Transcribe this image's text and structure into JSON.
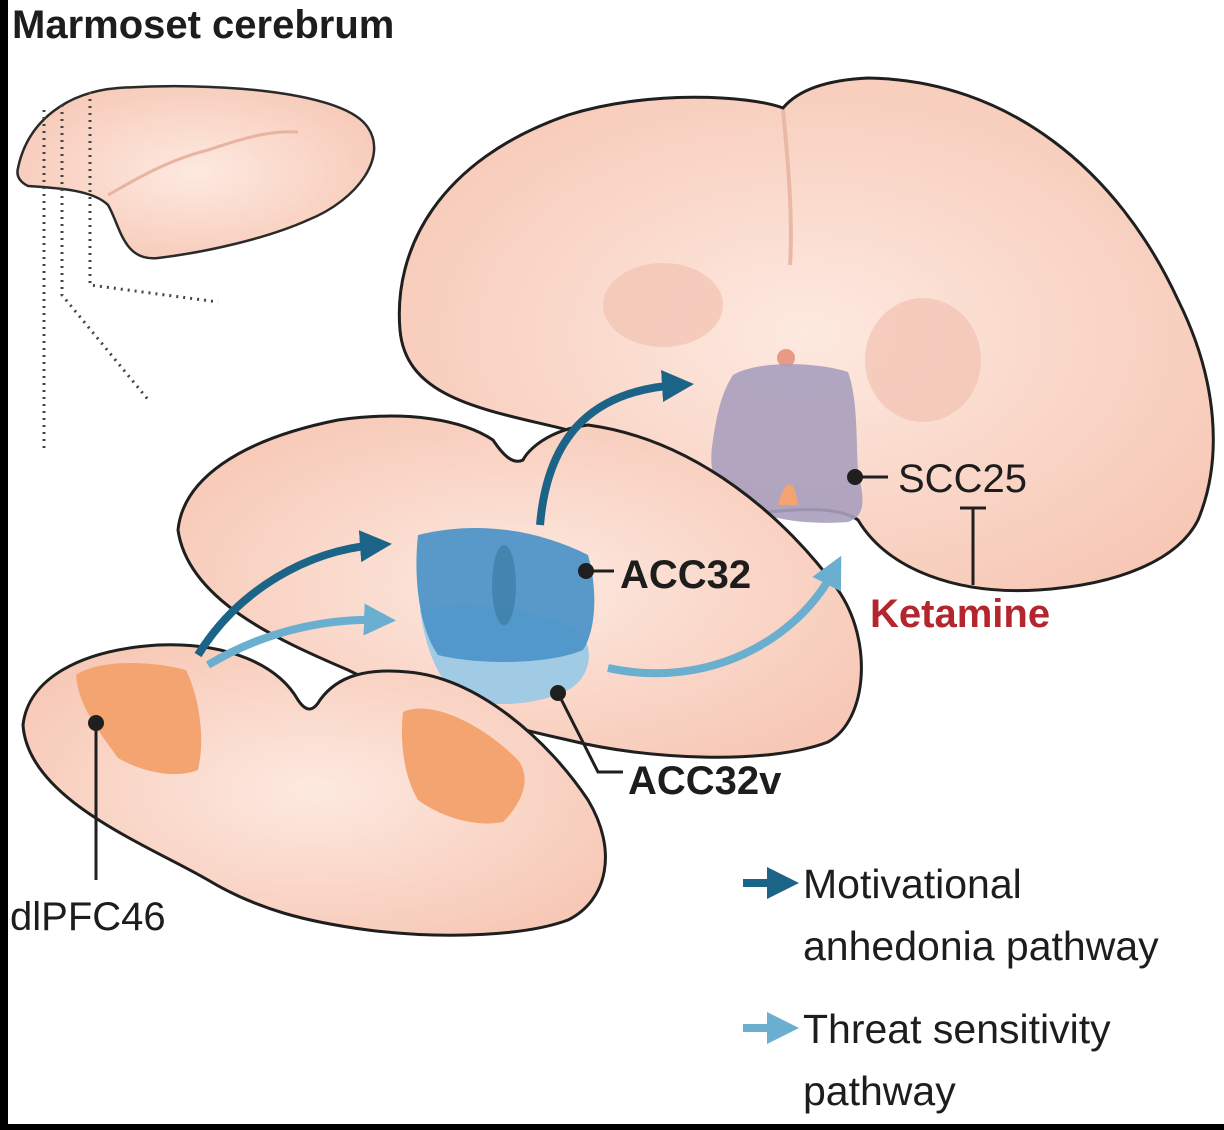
{
  "title": "Marmoset cerebrum",
  "labels": {
    "scc25": "SCC25",
    "acc32": "ACC32",
    "acc32v": "ACC32v",
    "dlpfc46": "dlPFC46",
    "ketamine": "Ketamine"
  },
  "legend": {
    "motivational": {
      "line1": "Motivational",
      "line2": "anhedonia pathway",
      "color": "#1b6488"
    },
    "threat": {
      "line1": "Threat sensitivity",
      "line2": "pathway",
      "color": "#6aaed0"
    }
  },
  "colors": {
    "brain_fill": "#f9d3c3",
    "brain_outline": "#1f1f1f",
    "dlpfc46": "#f4a470",
    "acc32": "#4f95c8",
    "acc32v": "#9cc9e6",
    "scc25": "#a99fbe",
    "ketamine": "#b3262d"
  }
}
